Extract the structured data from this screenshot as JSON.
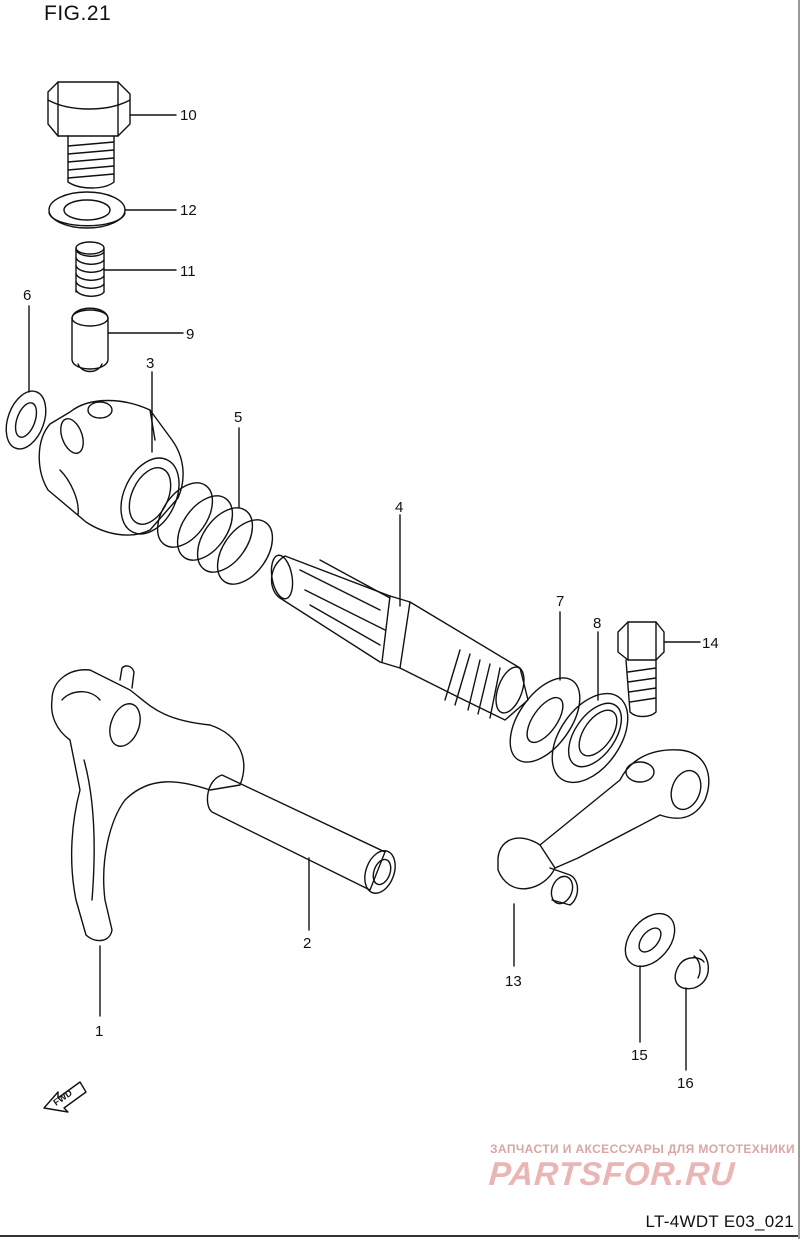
{
  "figure": {
    "title": "FIG.21",
    "code": "LT-4WDT E03_021",
    "fwd_label": "FWD"
  },
  "watermark": {
    "line1": "ЗАПЧАСТИ И АКСЕССУАРЫ ДЛЯ МОТОТЕХНИКИ",
    "line2": "PARTSFOR.RU"
  },
  "callouts": {
    "p1": "1",
    "p2": "2",
    "p3": "3",
    "p4": "4",
    "p5": "5",
    "p6": "6",
    "p7": "7",
    "p8": "8",
    "p9": "9",
    "p10": "10",
    "p11": "11",
    "p12": "12",
    "p13": "13",
    "p14": "14",
    "p15": "15",
    "p16": "16"
  },
  "colors": {
    "line": "#111111",
    "watermark": "#e9b5b5"
  }
}
